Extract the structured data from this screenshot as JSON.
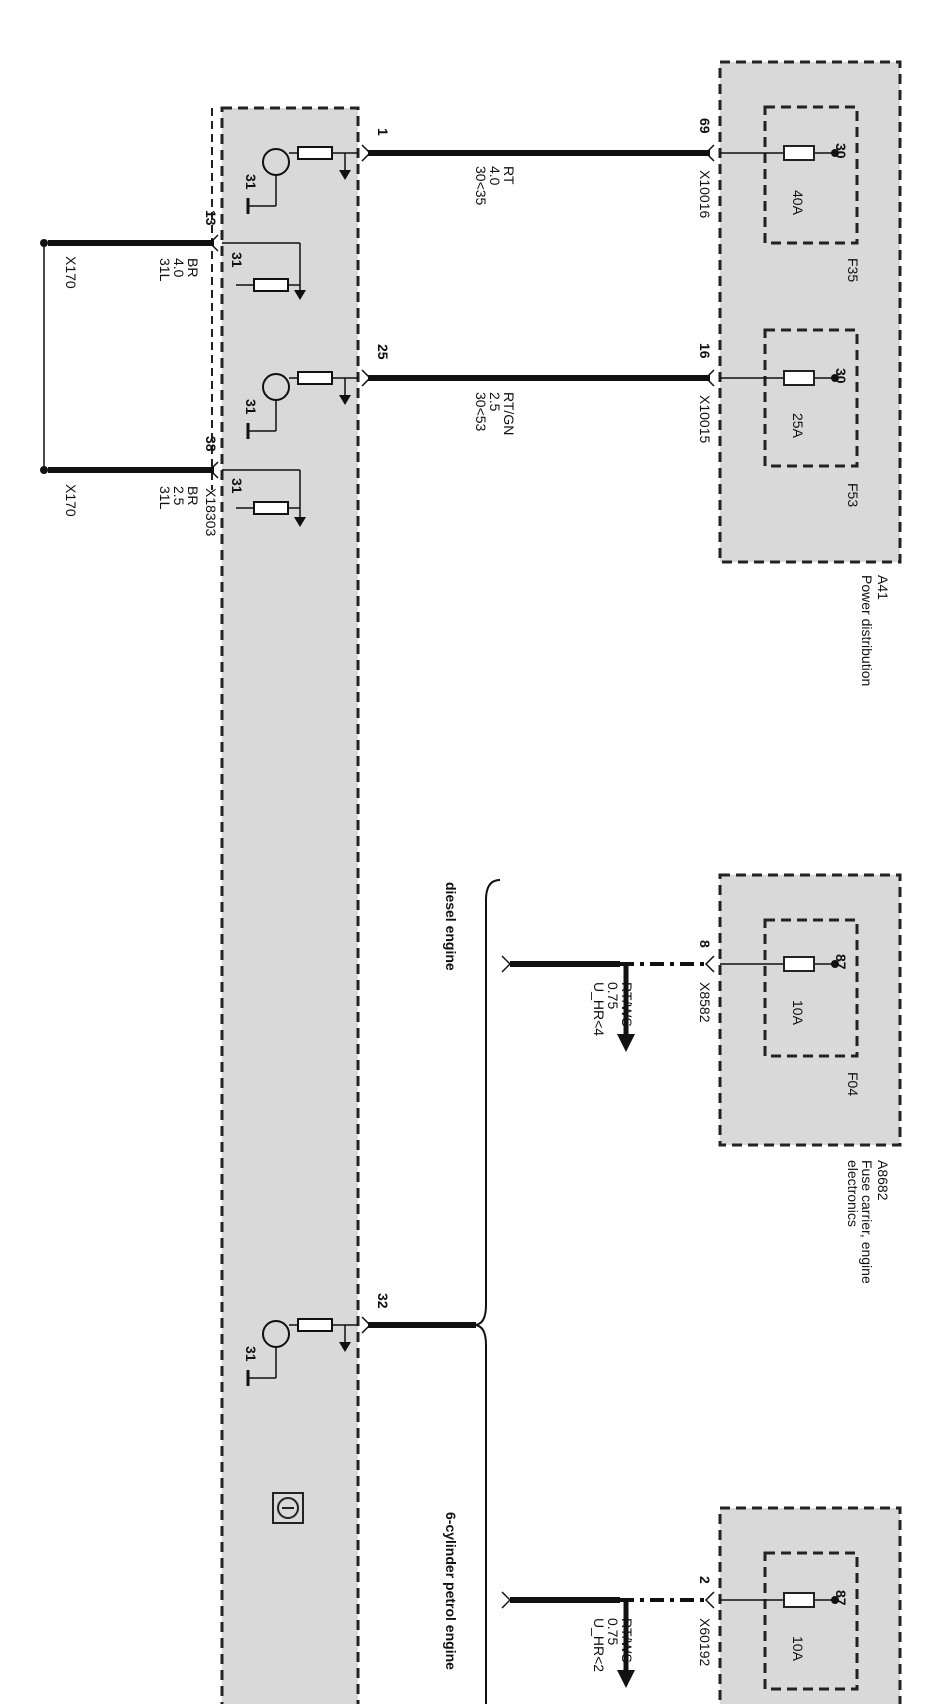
{
  "modules": {
    "a41": {
      "id": "A41",
      "name": "Power distribution"
    },
    "a8682": {
      "id": "A8682",
      "name_line1": "Fuse carrier, engine",
      "name_line2": "electronics"
    }
  },
  "fuses": [
    {
      "name": "F35",
      "rating": "40A",
      "terminal": "30"
    },
    {
      "name": "F53",
      "rating": "25A",
      "terminal": "30"
    },
    {
      "name": "F04",
      "rating": "10A",
      "terminal": "87"
    },
    {
      "name": "",
      "rating": "10A",
      "terminal": "87"
    }
  ],
  "connectors": {
    "x10016": {
      "name": "X10016",
      "pin": "69"
    },
    "x10015": {
      "name": "X10015",
      "pin": "16"
    },
    "x8582": {
      "name": "X8582",
      "pin": "8"
    },
    "x60192": {
      "name": "X60192",
      "pin": "2"
    },
    "x18303": {
      "name": "X18303"
    },
    "x170": {
      "name": "X170"
    }
  },
  "ecu_pins": {
    "p1": "1",
    "p13": "13",
    "p25": "25",
    "p38": "38",
    "p32": "32"
  },
  "wires": {
    "w1": {
      "signal": "30<35",
      "size": "4.0",
      "color": "RT"
    },
    "w25": {
      "signal": "30<53",
      "size": "2.5",
      "color": "RT/GN"
    },
    "w13": {
      "signal": "31L",
      "size": "4.0",
      "color": "BR"
    },
    "w38": {
      "signal": "31L",
      "size": "2.5",
      "color": "BR"
    },
    "w8": {
      "signal": "U_HR<4",
      "size": "0.75",
      "color": "RT/WS"
    },
    "w2": {
      "signal": "U_HR<2",
      "size": "0.75",
      "color": "RT/WS"
    }
  },
  "ground_label": "31",
  "variants": {
    "diesel": "diesel engine",
    "petrol": "6-cylinder petrol engine"
  }
}
